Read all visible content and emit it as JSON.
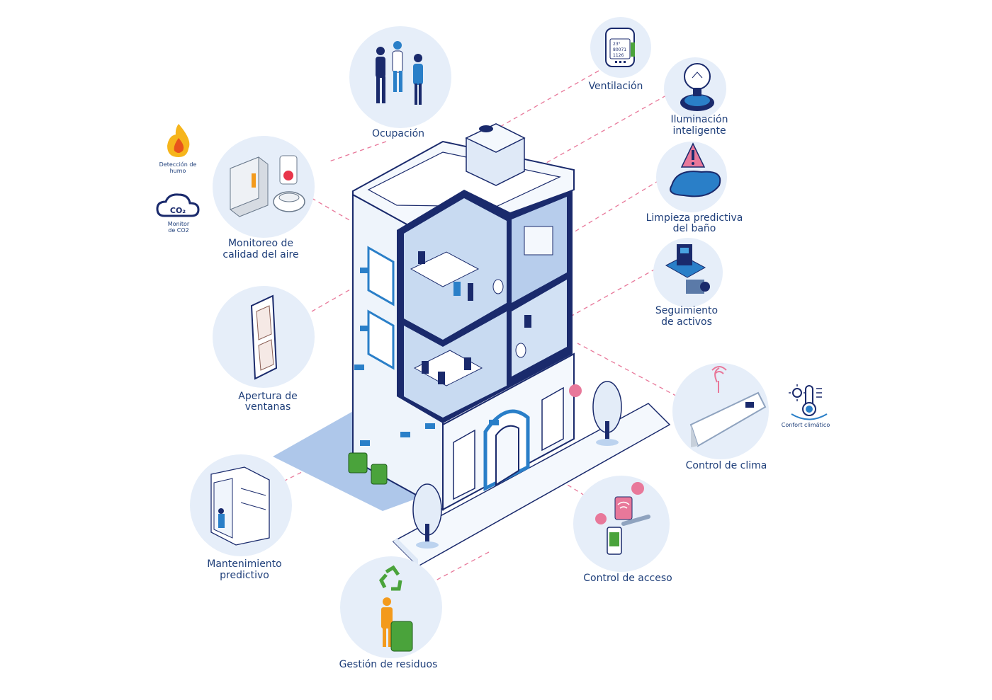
{
  "colors": {
    "navy": "#1a2a6c",
    "blue": "#2a7fc8",
    "light_blue": "#bcd3ef",
    "circle_bg": "#e6eef9",
    "connector": "#e8789a",
    "text": "#1f3f7a",
    "green": "#4aa33b",
    "orange": "#f39a1c"
  },
  "labels": {
    "ocupacion": "Ocupación",
    "ventilacion": "Ventilación",
    "iluminacion_1": "Iluminación",
    "iluminacion_2": "inteligente",
    "limpieza_1": "Limpieza predictiva",
    "limpieza_2": "del baño",
    "seguimiento_1": "Seguimiento",
    "seguimiento_2": "de activos",
    "clima": "Control de clima",
    "acceso": "Control de acceso",
    "residuos": "Gestión de residuos",
    "mantenimiento_1": "Mantenimiento",
    "mantenimiento_2": "predictivo",
    "ventanas_1": "Apertura de",
    "ventanas_2": "ventanas",
    "aire_1": "Monitoreo de",
    "aire_2": "calidad del aire"
  },
  "small_labels": {
    "humo_1": "Detección de",
    "humo_2": "humo",
    "co2_symbol": "CO₂",
    "co2_1": "Monitor",
    "co2_2": "de CO2",
    "confort": "Confort climático"
  },
  "device_screen": [
    "23°",
    "80071",
    "1126"
  ],
  "icons": [
    "people-icon",
    "thermostat-icon",
    "lightbulb-icon",
    "warning-icon",
    "asset-tracking-icon",
    "air-conditioner-icon",
    "access-control-icon",
    "recycling-icon",
    "elevator-icon",
    "window-icon",
    "air-quality-icon",
    "flame-icon",
    "cloud-co2-icon",
    "thermometer-sun-icon",
    "building-illustration"
  ]
}
